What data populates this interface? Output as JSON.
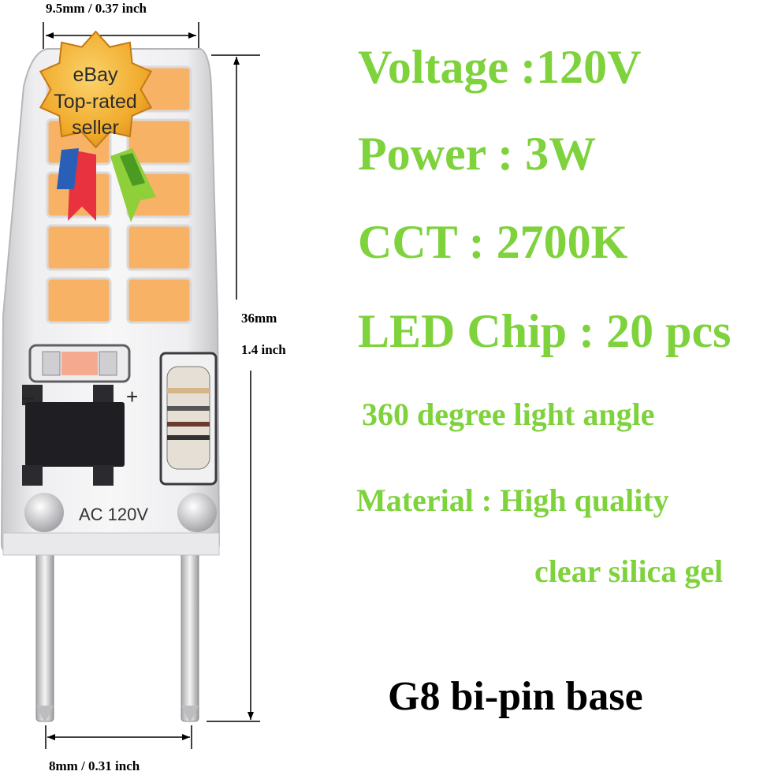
{
  "dimensions": {
    "top_width": "9.5mm / 0.37 inch",
    "height_mm": "36mm",
    "height_inch": "1.4 inch",
    "pin_spacing": "8mm / 0.31 inch"
  },
  "badge": {
    "line1": "eBay",
    "line2": "Top-rated",
    "line3": "seller"
  },
  "bulb": {
    "label": "AC 120V",
    "minus": "–",
    "plus": "+"
  },
  "specs": {
    "voltage": "Voltage :120V",
    "power": "Power : 3W",
    "cct": "CCT : 2700K",
    "led_chip": "LED Chip : 20 pcs",
    "light_angle": "360 degree light angle",
    "material_line1": "Material : High quality",
    "material_line2": "clear silica gel"
  },
  "base": "G8 bi-pin base",
  "colors": {
    "spec_green": "#7ed23c",
    "led_orange": "#f7b266",
    "badge_gold": "#f0a92a"
  }
}
